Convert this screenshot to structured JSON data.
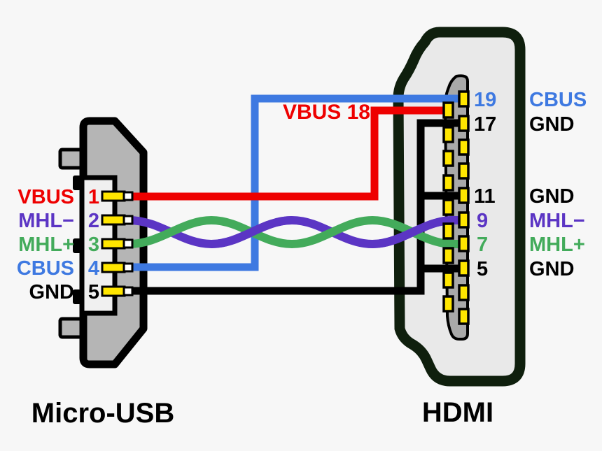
{
  "colors": {
    "vbus": "#ee0000",
    "mhl_minus": "#5b35c4",
    "mhl_plus": "#43ab5b",
    "cbus": "#3e79e1",
    "gnd": "#000000",
    "pin_fill": "#ffe600",
    "pin_tip": "#ffffff",
    "usb_body": "#b5b5b5",
    "usb_pin_area": "#f0f0f0",
    "hdmi_body": "#e9e9e9",
    "hdmi_pin_block": "#a9a9a9",
    "hdmi_outline": "#0f1f0d",
    "connector_outline": "#000000",
    "background": "#f7f7f7"
  },
  "micro_usb": {
    "title": "Micro-USB",
    "pins": [
      {
        "num": "1",
        "signal": "VBUS"
      },
      {
        "num": "2",
        "signal": "MHL−"
      },
      {
        "num": "3",
        "signal": "MHL+"
      },
      {
        "num": "4",
        "signal": "CBUS"
      },
      {
        "num": "5",
        "signal": "GND"
      }
    ]
  },
  "hdmi": {
    "title": "HDMI",
    "annotation": "VBUS 18",
    "pins": [
      {
        "num": "19",
        "signal": "CBUS"
      },
      {
        "num": "17",
        "signal": "GND"
      },
      {
        "num": "11",
        "signal": "GND"
      },
      {
        "num": "9",
        "signal": "MHL−"
      },
      {
        "num": "7",
        "signal": "MHL+"
      },
      {
        "num": "5",
        "signal": "GND"
      }
    ]
  },
  "connections": [
    {
      "signal": "VBUS",
      "from": "Micro-USB pin 1",
      "to": "HDMI pin 18",
      "color": "#ee0000"
    },
    {
      "signal": "MHL−",
      "from": "Micro-USB pin 2",
      "to": "HDMI pin 9",
      "color": "#5b35c4",
      "style": "twisted pair"
    },
    {
      "signal": "MHL+",
      "from": "Micro-USB pin 3",
      "to": "HDMI pin 7",
      "color": "#43ab5b",
      "style": "twisted pair"
    },
    {
      "signal": "CBUS",
      "from": "Micro-USB pin 4",
      "to": "HDMI pin 19",
      "color": "#3e79e1"
    },
    {
      "signal": "GND",
      "from": "Micro-USB pin 5",
      "to": "HDMI pins 17, 11, 5",
      "color": "#000000"
    }
  ]
}
